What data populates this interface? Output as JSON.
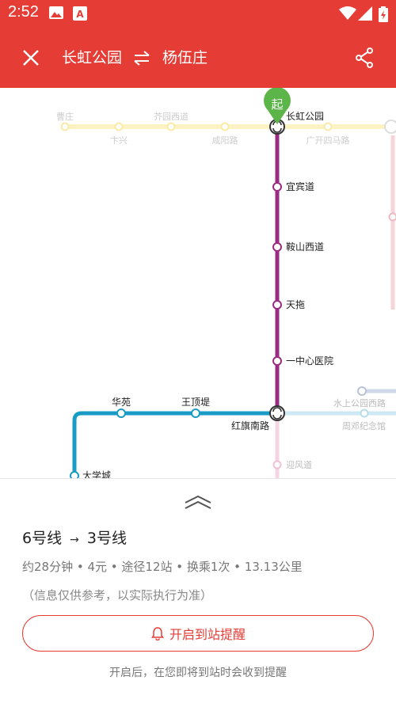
{
  "status_bar": {
    "time": "2:52"
  },
  "header": {
    "from": "长虹公园",
    "to": "杨伍庄"
  },
  "map": {
    "start_marker": "起",
    "line6_stations": [
      "长虹公园",
      "宜宾道",
      "鞍山西道",
      "天拖",
      "一中心医院",
      "红旗南路"
    ],
    "line_yellow_stations_top": [
      "曹庄",
      "芥园西道"
    ],
    "line_yellow_stations_bottom": [
      "卞兴",
      "咸阳路",
      "广开四马路"
    ],
    "line3_stations": [
      "华苑",
      "王顶堤",
      "大学城"
    ],
    "light_blue_stations": [
      "水上公园西路",
      "周邓纪念馆"
    ],
    "faded_pink_station": "迎风道",
    "colors": {
      "header": "#e53c35",
      "line6": "#9b2a85",
      "line3": "#1a9bc6",
      "line_yellow": "#fdf3c2",
      "marker": "#5cb548"
    }
  },
  "panel": {
    "route": {
      "line_a": "6号线",
      "arrow": "→",
      "line_b": "3号线"
    },
    "summary": "约28分钟 • 4元 • 途径12站 • 换乘1次 •  13.13公里",
    "note": "（信息仅供参考，以实际执行为准）",
    "remind_label": "开启到站提醒",
    "hint": "开启后，在您即将到站时会收到提醒"
  }
}
